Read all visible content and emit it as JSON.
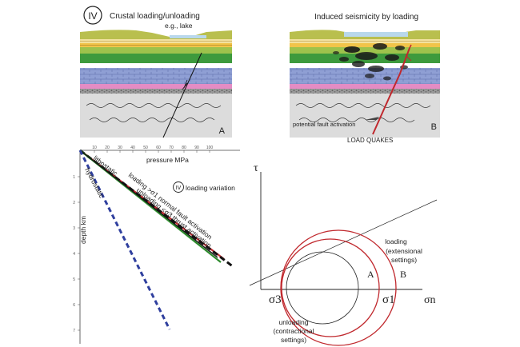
{
  "panel_a": {
    "badge": "IV",
    "title": "Crustal loading/unloading",
    "subtitle": "e.g., lake",
    "corner": "A"
  },
  "panel_b": {
    "title": "Induced seismicity by loading",
    "annotation": "potential fault activation",
    "corner": "B",
    "caption": "LOAD QUAKES"
  },
  "profile": {
    "x_title": "pressure MPa",
    "y_title": "depth km",
    "badge": "IV",
    "badge_text": "loading variation",
    "x_ticks": [
      "10",
      "20",
      "30",
      "40",
      "50",
      "60",
      "70",
      "80",
      "90",
      "100"
    ],
    "y_ticks": [
      "1",
      "2",
      "3",
      "4",
      "5",
      "6",
      "7"
    ],
    "curve_lithostatic": "lithostatic",
    "curve_hydrostatic": "hydrostatic",
    "curve_loading": "loading >σ1 normal fault activation",
    "curve_unloading": "unloading <σ3 thrust activation",
    "colors": {
      "lithostatic": "#111111",
      "hydrostatic": "#2f3f9e",
      "green": "#2d8a2d",
      "red": "#c0282d"
    }
  },
  "mohr": {
    "y_axis": "τ",
    "x_axis": "σn",
    "sigma3": "σ3",
    "sigma1": "σ1",
    "label_a": "A",
    "label_b": "B",
    "loading_line1": "loading",
    "loading_line2": "(extensional",
    "loading_line3": "settings)",
    "unloading_line1": "unloading",
    "unloading_line2": "(contractional",
    "unloading_line3": "settings)",
    "circle_color": "#c0282d"
  }
}
